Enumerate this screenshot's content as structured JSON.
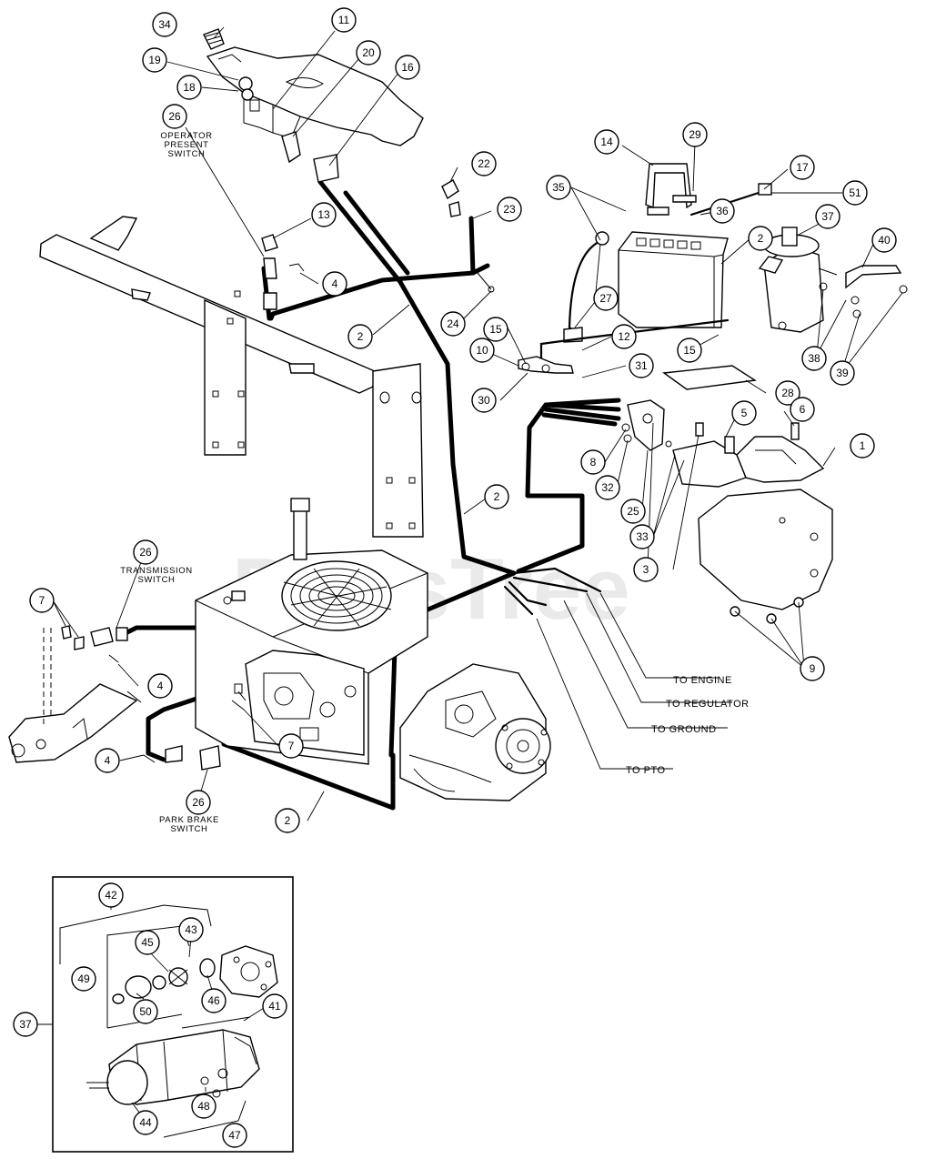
{
  "watermark": "PartsTree",
  "labels": {
    "operator_present_switch_line1": "OPERATOR",
    "operator_present_switch_line2": "PRESENT",
    "operator_present_switch_line3": "SWITCH",
    "transmission_switch_line1": "TRANSMISSION",
    "transmission_switch_line2": "SWITCH",
    "park_brake_switch_line1": "PARK BRAKE",
    "park_brake_switch_line2": "SWITCH",
    "to_engine": "TO ENGINE",
    "to_regulator": "TO REGULATOR",
    "to_ground": "TO GROUND",
    "to_pto": "TO PTO"
  },
  "callouts": {
    "c34": "34",
    "c11": "11",
    "c19": "19",
    "c20": "20",
    "c16": "16",
    "c18": "18",
    "c26a": "26",
    "c13": "13",
    "c4a": "4",
    "c22": "22",
    "c23": "23",
    "c2a": "2",
    "c24": "24",
    "c14": "14",
    "c29": "29",
    "c17": "17",
    "c35": "35",
    "c36": "36",
    "c51": "51",
    "c37a": "37",
    "c2b": "2",
    "c40": "40",
    "c27": "27",
    "c15a": "15",
    "c12": "12",
    "c15b": "15",
    "c10": "10",
    "c31": "31",
    "c38": "38",
    "c39": "39",
    "c30": "30",
    "c28": "28",
    "c5": "5",
    "c6": "6",
    "c1": "1",
    "c8": "8",
    "c32": "32",
    "c25": "25",
    "c2c": "2",
    "c33": "33",
    "c3": "3",
    "c26b": "26",
    "c7a": "7",
    "c4b": "4",
    "c9": "9",
    "c7b": "7",
    "c4c": "4",
    "c26c": "26",
    "c2d": "2",
    "c42": "42",
    "c43": "43",
    "c45": "45",
    "c49": "49",
    "c46": "46",
    "c50": "50",
    "c41": "41",
    "c37b": "37",
    "c44": "44",
    "c48": "48",
    "c47": "47"
  }
}
